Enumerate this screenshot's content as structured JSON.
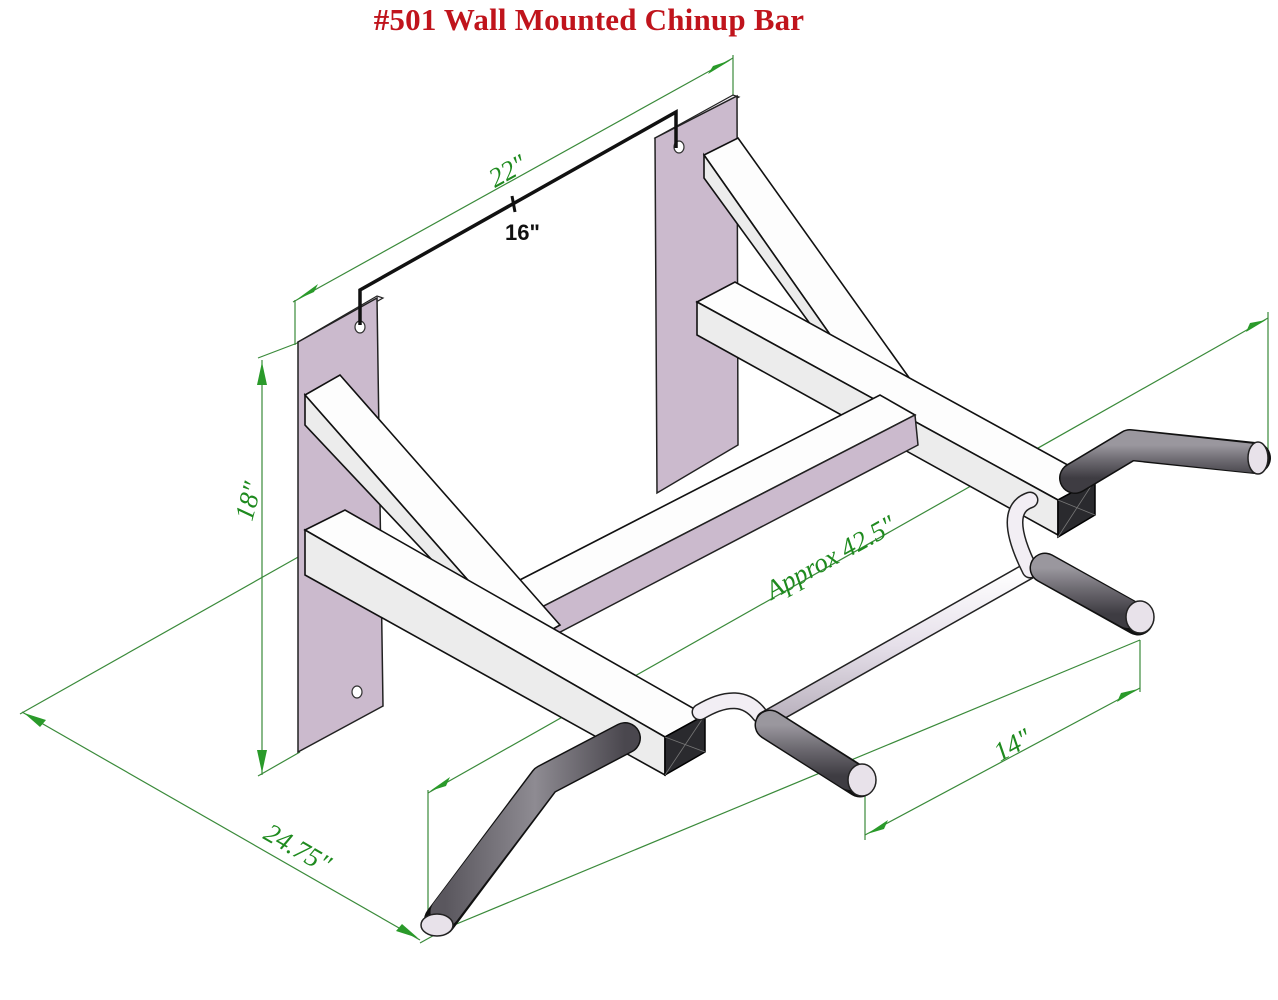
{
  "title": "#501 Wall Mounted Chinup Bar",
  "dimensions": {
    "plate_spacing": "22\"",
    "stud_spacing": "16\"",
    "plate_height": "18\"",
    "overall_width": "Approx 42.5\"",
    "grip_spacing": "14\"",
    "depth": "24.75\""
  },
  "colors": {
    "title": "#c0141c",
    "dimension_text": "#1e8a1e",
    "wall_plate": "#cbbacd",
    "frame": "#fdfdfd",
    "grip": "#6e6b72"
  }
}
